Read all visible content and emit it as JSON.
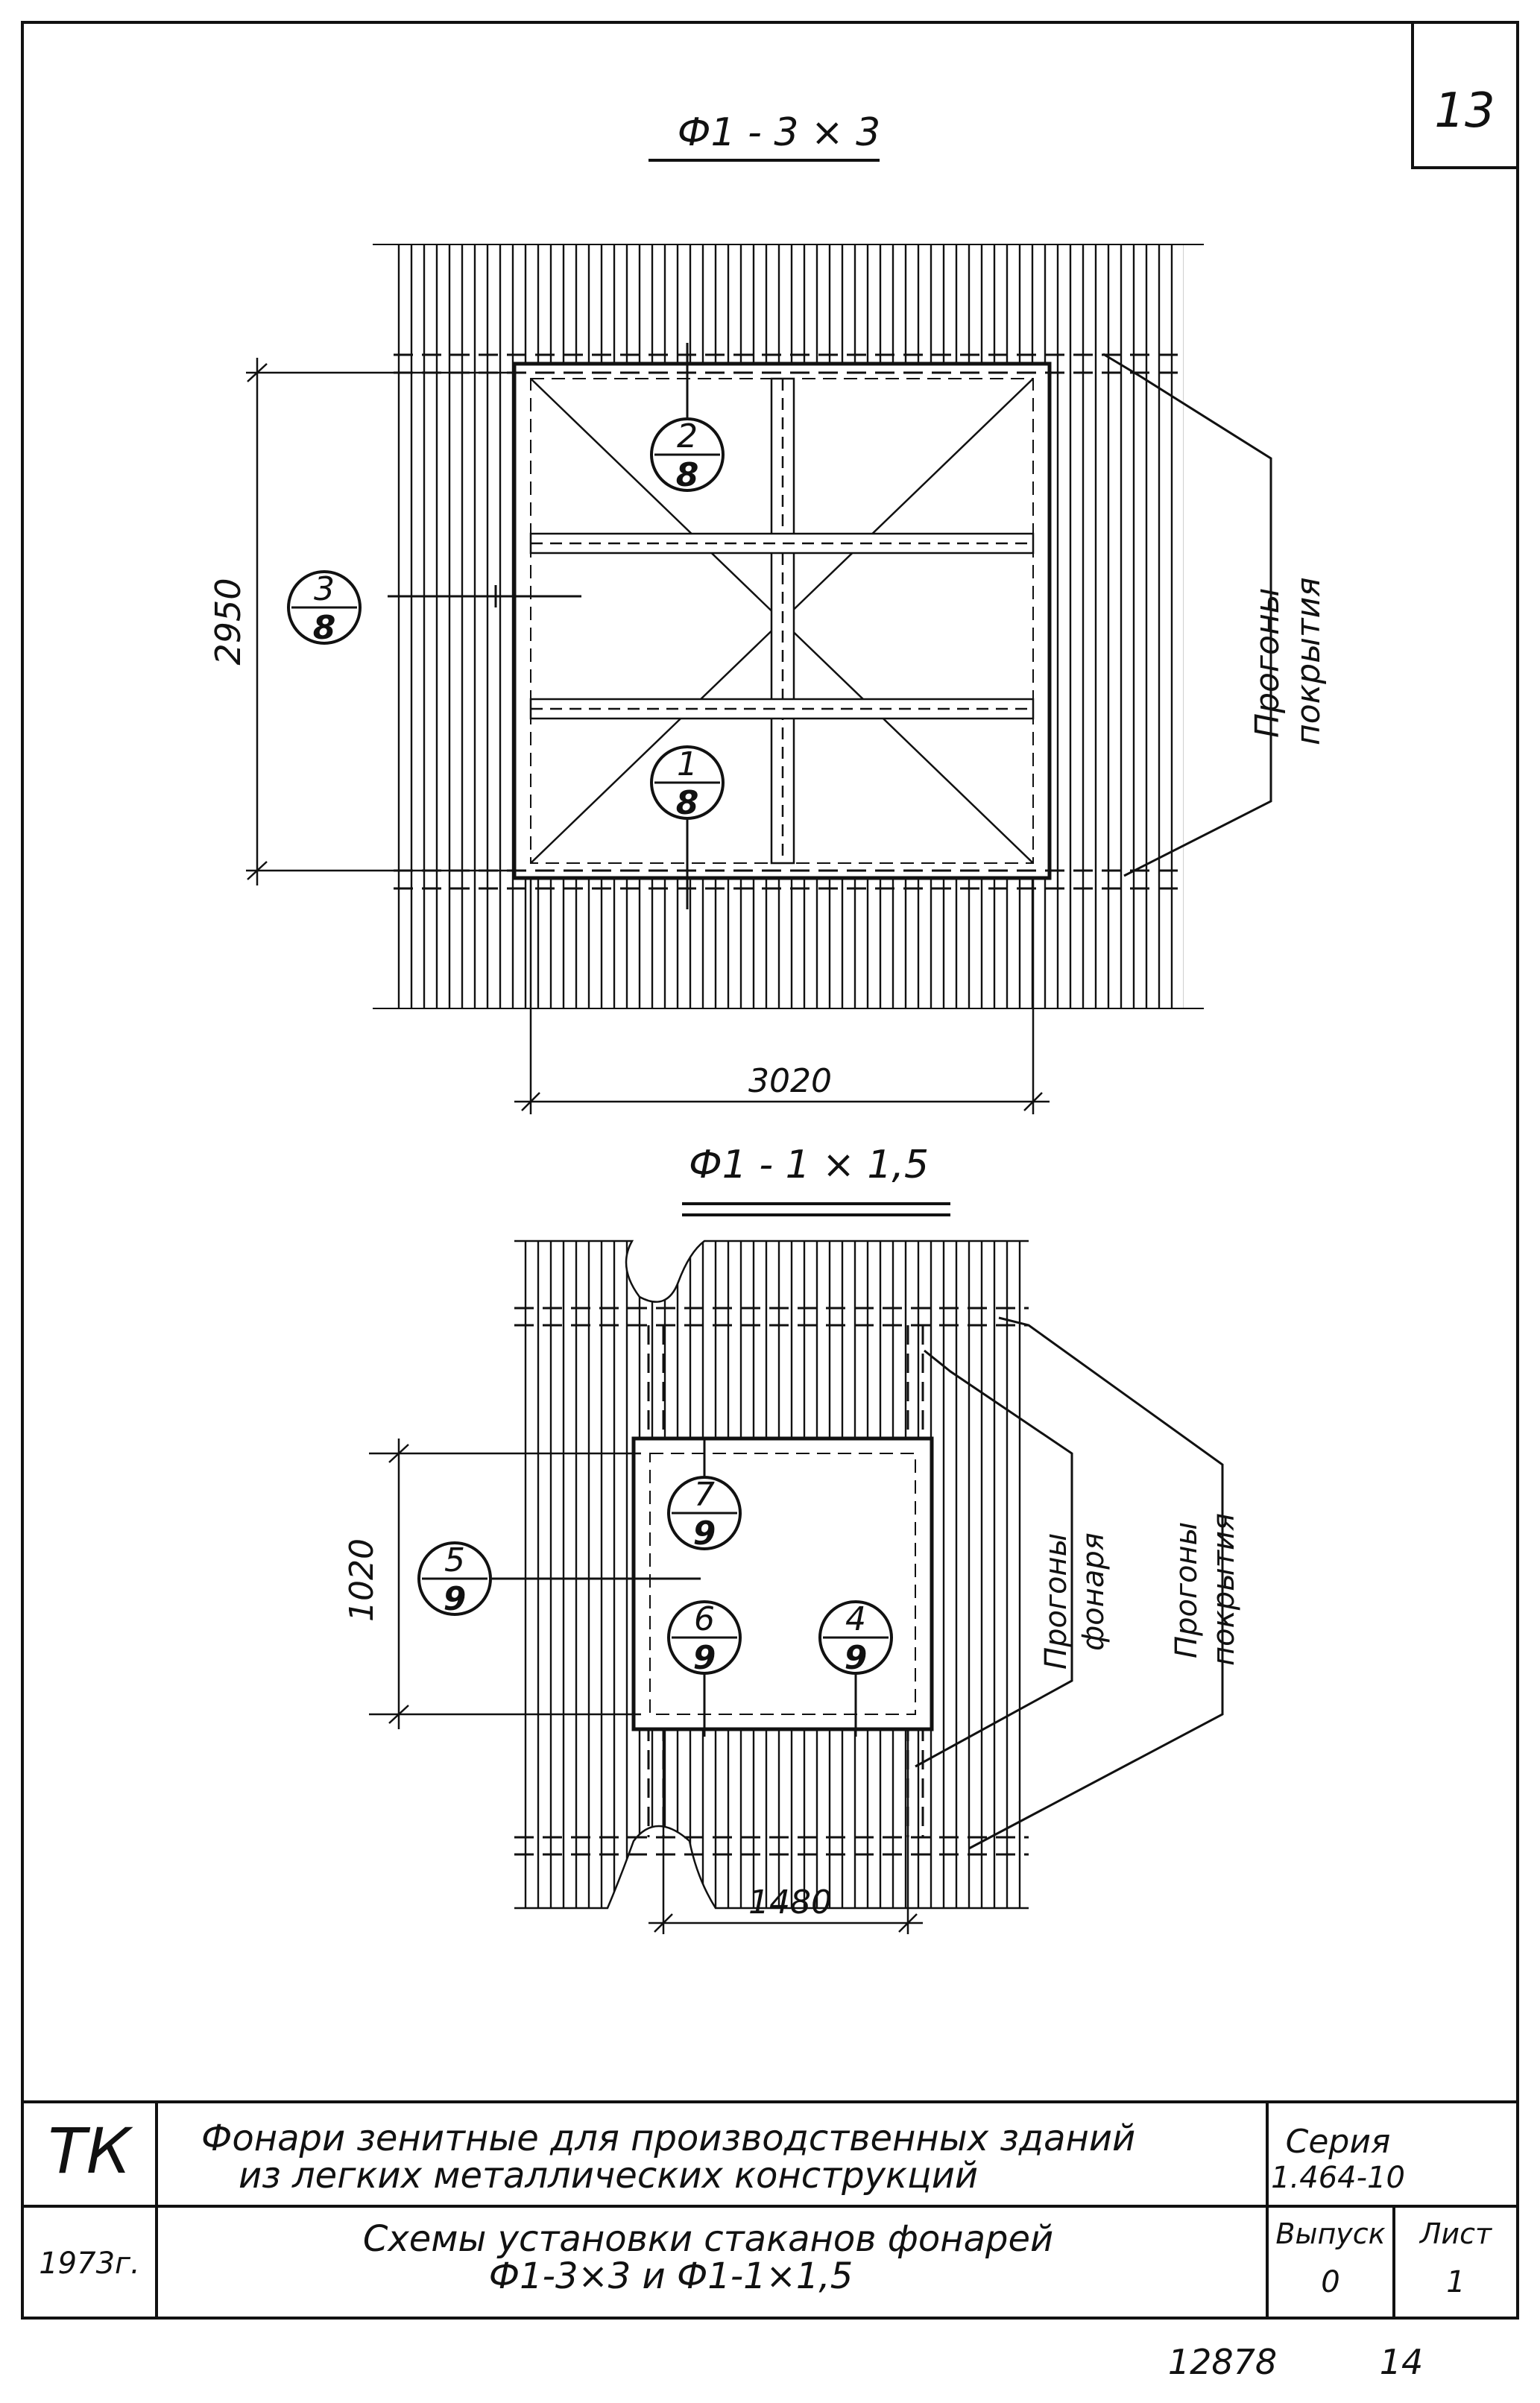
{
  "sheet": {
    "page_number": "13",
    "footer_number": "12878",
    "footer_page": "14"
  },
  "plan1": {
    "title": "Ф1 - 3 × 3",
    "dim_height": "2950",
    "dim_width": "3020",
    "callouts": [
      {
        "num": "2",
        "den": "8"
      },
      {
        "num": "3",
        "den": "8"
      },
      {
        "num": "1",
        "den": "8"
      }
    ],
    "purlin_label_1": "Прогоны",
    "purlin_label_2": "покрытия"
  },
  "plan2": {
    "title": "Ф1 - 1 × 1,5",
    "dim_height": "1020",
    "dim_width": "1480",
    "callouts": [
      {
        "num": "7",
        "den": "9"
      },
      {
        "num": "5",
        "den": "9"
      },
      {
        "num": "6",
        "den": "9"
      },
      {
        "num": "4",
        "den": "9"
      }
    ],
    "lantern_purlin_1": "Прогоны",
    "lantern_purlin_2": "фонаря",
    "roof_purlin_1": "Прогоны",
    "roof_purlin_2": "покрытия"
  },
  "title_block": {
    "org": "ТК",
    "year": "1973г.",
    "title_line1": "Фонари зенитные для производственных зданий",
    "title_line2": "из легких металлических конструкций",
    "series_label": "Серия",
    "series_value": "1.464-10",
    "subtitle_line1": "Схемы установки стаканов фонарей",
    "subtitle_line2": "Ф1-3×3 и Ф1-1×1,5",
    "issue_label": "Выпуск",
    "issue_value": "0",
    "sheet_label": "Лист",
    "sheet_value": "1"
  },
  "colors": {
    "ink": "#111111",
    "paper": "#ffffff"
  }
}
